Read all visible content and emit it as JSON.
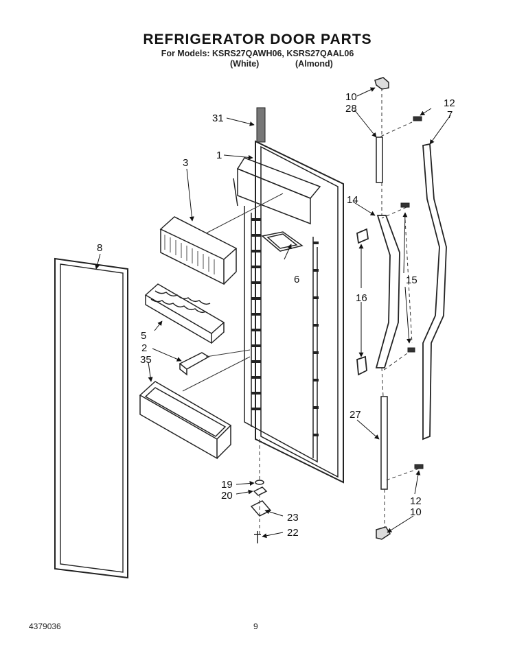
{
  "header": {
    "title": "REFRIGERATOR DOOR PARTS",
    "subtitle": "For Models: KSRS27QAWH06, KSRS27QAAL06",
    "variant_white": "(White)",
    "variant_almond": "(Almond)"
  },
  "footer": {
    "doc_number": "4379036",
    "page_number": "9"
  },
  "callouts": [
    "10",
    "28",
    "12",
    "7",
    "31",
    "1",
    "3",
    "14",
    "6",
    "8",
    "16",
    "15",
    "5",
    "2",
    "35",
    "27",
    "19",
    "20",
    "23",
    "22",
    "12",
    "10"
  ]
}
